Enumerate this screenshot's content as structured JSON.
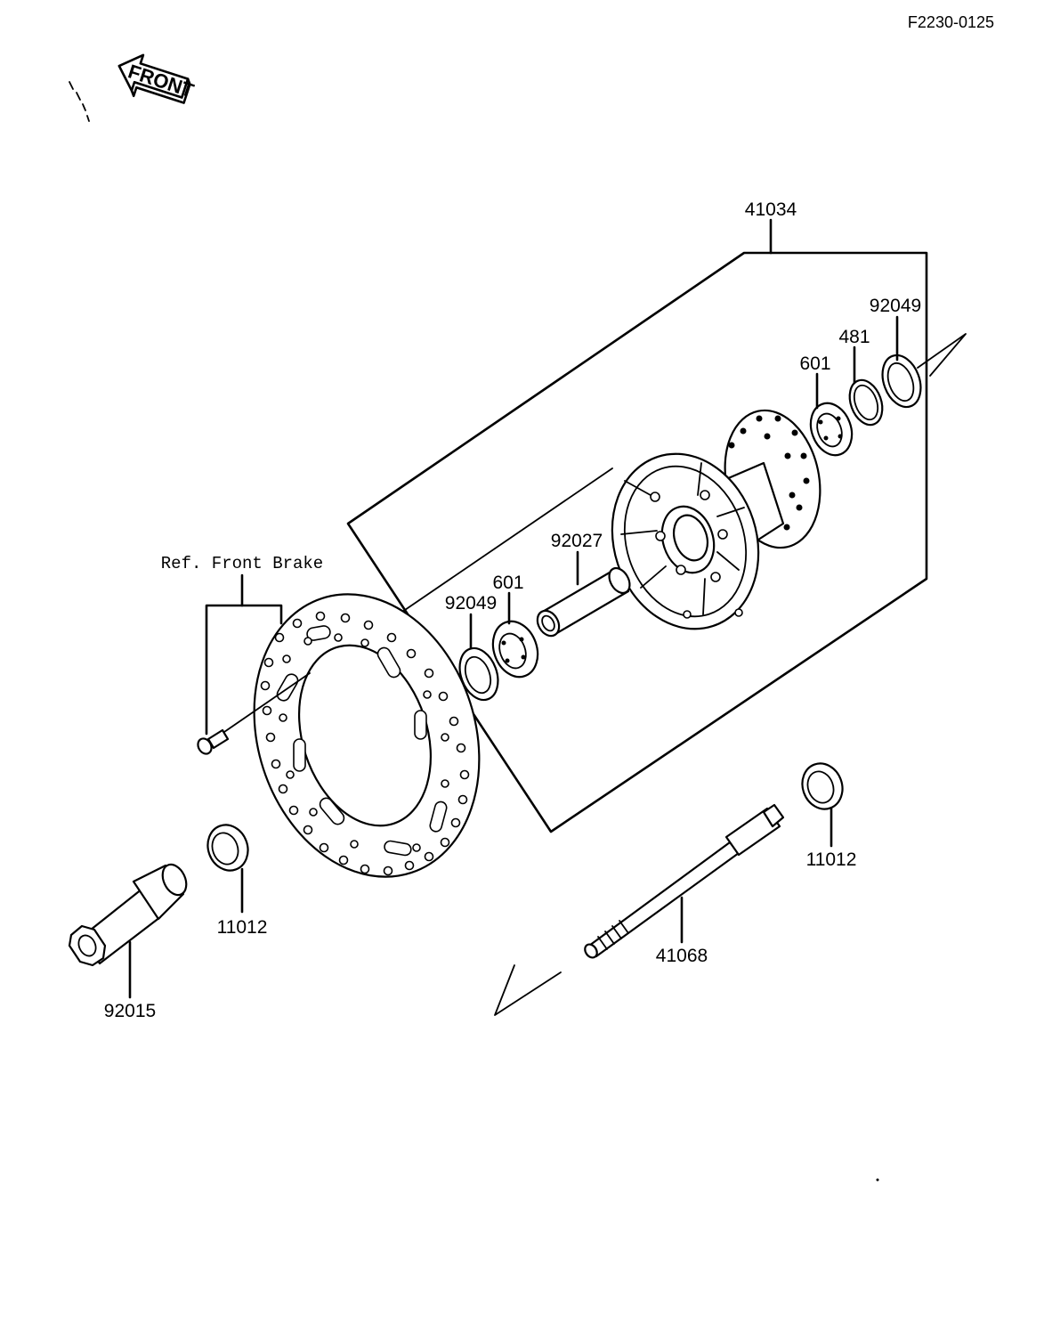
{
  "diagram": {
    "code": "F2230-0125",
    "front_label": "FRONT",
    "ref_note": "Ref. Front Brake",
    "parts": {
      "hub_assembly": "41034",
      "seal_right": "92049",
      "circlip": "481",
      "bearing_right": "601",
      "spacer": "92027",
      "bearing_left": "601",
      "seal_left": "92049",
      "collar_right": "11012",
      "collar_left": "11012",
      "axle": "41068",
      "axle_nut": "92015"
    }
  }
}
